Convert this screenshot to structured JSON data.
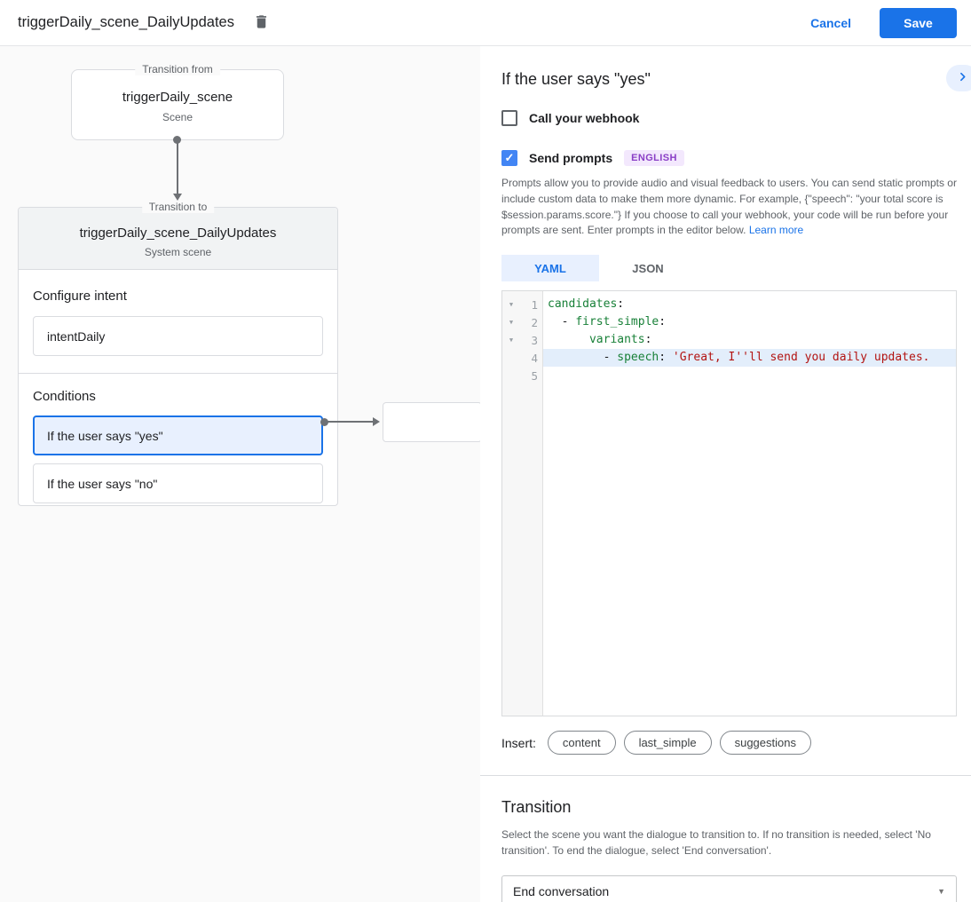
{
  "header": {
    "title": "triggerDaily_scene_DailyUpdates",
    "cancel_label": "Cancel",
    "save_label": "Save"
  },
  "diagram": {
    "from_box": {
      "legend": "Transition from",
      "title": "triggerDaily_scene",
      "subtitle": "Scene"
    },
    "to_card": {
      "legend": "Transition to",
      "title": "triggerDaily_scene_DailyUpdates",
      "subtitle": "System scene",
      "intent_heading": "Configure intent",
      "intent_value": "intentDaily",
      "conditions_heading": "Conditions",
      "conditions": [
        {
          "label": "If the user says \"yes\""
        },
        {
          "label": "If the user says \"no\""
        }
      ]
    }
  },
  "panel": {
    "title": "If the user says \"yes\"",
    "webhook_label": "Call your webhook",
    "send_prompts_label": "Send prompts",
    "language_badge": "ENGLISH",
    "checkmark": "✓",
    "description": "Prompts allow you to provide audio and visual feedback to users. You can send static prompts or include custom data to make them more dynamic. For example, {\"speech\": \"your total score is $session.params.score.\"} If you choose to call your webhook, your code will be run before your prompts are sent. Enter prompts in the editor below.",
    "learn_more": "Learn more",
    "tabs": [
      {
        "label": "YAML"
      },
      {
        "label": "JSON"
      }
    ],
    "editor": {
      "gutter": [
        {
          "fold": "▼",
          "num": "1"
        },
        {
          "fold": "▼",
          "num": "2"
        },
        {
          "fold": "▼",
          "num": "3"
        },
        {
          "num": "4"
        },
        {
          "num": "5"
        }
      ],
      "lines": {
        "l1": {
          "key": "candidates",
          "colon": ":"
        },
        "l2": {
          "prefix": "  - ",
          "key": "first_simple",
          "colon": ":"
        },
        "l3": {
          "prefix": "      ",
          "key": "variants",
          "colon": ":"
        },
        "l4": {
          "prefix": "        - ",
          "key": "speech",
          "colon": ": ",
          "str": "'Great, I''ll send you daily updates."
        }
      }
    },
    "insert": {
      "label": "Insert:",
      "pills": [
        {
          "label": "content"
        },
        {
          "label": "last_simple"
        },
        {
          "label": "suggestions"
        }
      ]
    },
    "transition": {
      "heading": "Transition",
      "description": "Select the scene you want the dialogue to transition to. If no transition is needed, select 'No transition'. To end the dialogue, select 'End conversation'.",
      "selected_value": "End conversation"
    }
  },
  "colors": {
    "accent_blue": "#1a73e8",
    "selected_fill": "#e8f0fe",
    "checked_blue": "#4285f4",
    "badge_bg": "#f3e8fd",
    "badge_text": "#8a3ec6",
    "yaml_key_green": "#188038",
    "yaml_string_red": "#b31412"
  }
}
